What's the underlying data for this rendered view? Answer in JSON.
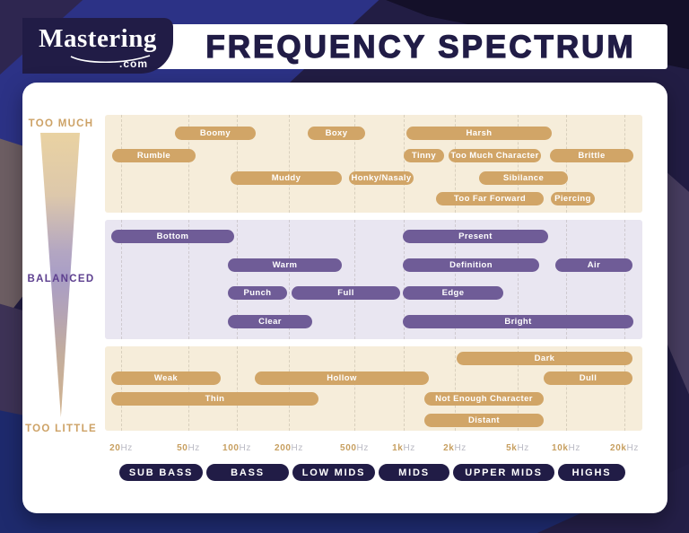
{
  "header": {
    "logo": {
      "brand": "Mastering",
      "suffix": ".com"
    },
    "title": "FREQUENCY SPECTRUM"
  },
  "zone_labels": {
    "too_much": "TOO MUCH",
    "balanced": "BALANCED",
    "too_little": "TOO LITTLE"
  },
  "colors": {
    "navy": "#211c46",
    "cream_band": "#f6edda",
    "lavender_band": "#e9e6f1",
    "tan_pill": "#d1a567",
    "purple_pill": "#6f5c97",
    "tan_label": "#cda266",
    "balanced_label": "#5d3f8f"
  },
  "chart_data": {
    "type": "range chart (descriptor bars on logarithmic frequency axis)",
    "title": "FREQUENCY SPECTRUM",
    "x_axis": {
      "scale": "log",
      "unit": "Hz",
      "range_hz": [
        20,
        20000
      ],
      "grid": "dashed vertical at each tick"
    },
    "x_ticks": [
      {
        "value": "20",
        "unit": "Hz",
        "px": 18
      },
      {
        "value": "50",
        "unit": "Hz",
        "px": 93
      },
      {
        "value": "100",
        "unit": "Hz",
        "px": 147
      },
      {
        "value": "200",
        "unit": "Hz",
        "px": 205
      },
      {
        "value": "500",
        "unit": "Hz",
        "px": 278
      },
      {
        "value": "1k",
        "unit": "Hz",
        "px": 333
      },
      {
        "value": "2k",
        "unit": "Hz",
        "px": 390
      },
      {
        "value": "5k",
        "unit": "Hz",
        "px": 460
      },
      {
        "value": "10k",
        "unit": "Hz",
        "px": 514
      },
      {
        "value": "20k",
        "unit": "Hz",
        "px": 579
      }
    ],
    "zones": [
      {
        "id": "too-much",
        "label": "TOO MUCH",
        "y": 128,
        "height": 109,
        "bg": "#f6edda",
        "pill_color": "#d1a567",
        "row_offsets": [
          13,
          38,
          63,
          86
        ],
        "items": [
          {
            "label": "Boomy",
            "row": 0,
            "x1": 78,
            "x2": 168,
            "approx_hz": [
              40,
              125
            ]
          },
          {
            "label": "Boxy",
            "row": 0,
            "x1": 226,
            "x2": 290,
            "approx_hz": [
              250,
              550
            ]
          },
          {
            "label": "Harsh",
            "row": 0,
            "x1": 336,
            "x2": 498,
            "approx_hz": [
              1000,
              7500
            ]
          },
          {
            "label": "Rumble",
            "row": 1,
            "x1": 8,
            "x2": 101,
            "approx_hz": [
              20,
              55
            ]
          },
          {
            "label": "Tinny",
            "row": 1,
            "x1": 333,
            "x2": 378,
            "approx_hz": [
              1000,
              1700
            ]
          },
          {
            "label": "Too Much Character",
            "row": 1,
            "x1": 383,
            "x2": 486,
            "approx_hz": [
              1800,
              6300
            ]
          },
          {
            "label": "Brittle",
            "row": 1,
            "x1": 496,
            "x2": 589,
            "approx_hz": [
              7000,
              20000
            ]
          },
          {
            "label": "Muddy",
            "row": 2,
            "x1": 140,
            "x2": 264,
            "approx_hz": [
              90,
              400
            ]
          },
          {
            "label": "Honky/Nasaly",
            "row": 2,
            "x1": 272,
            "x2": 344,
            "approx_hz": [
              450,
              1100
            ]
          },
          {
            "label": "Sibilance",
            "row": 2,
            "x1": 417,
            "x2": 516,
            "approx_hz": [
              2700,
              9000
            ]
          },
          {
            "label": "Too Far Forward",
            "row": 3,
            "x1": 369,
            "x2": 489,
            "approx_hz": [
              1500,
              6500
            ]
          },
          {
            "label": "Piercing",
            "row": 3,
            "x1": 497,
            "x2": 546,
            "approx_hz": [
              7000,
              13000
            ]
          }
        ]
      },
      {
        "id": "balanced",
        "label": "BALANCED",
        "y": 245,
        "height": 133,
        "bg": "#e9e6f1",
        "pill_color": "#6f5c97",
        "row_offsets": [
          11,
          43,
          74,
          106
        ],
        "items": [
          {
            "label": "Bottom",
            "row": 0,
            "x1": 7,
            "x2": 144,
            "approx_hz": [
              20,
              95
            ]
          },
          {
            "label": "Present",
            "row": 0,
            "x1": 332,
            "x2": 494,
            "approx_hz": [
              1000,
              7000
            ]
          },
          {
            "label": "Warm",
            "row": 1,
            "x1": 137,
            "x2": 264,
            "approx_hz": [
              90,
              400
            ]
          },
          {
            "label": "Definition",
            "row": 1,
            "x1": 332,
            "x2": 484,
            "approx_hz": [
              1000,
              6200
            ]
          },
          {
            "label": "Air",
            "row": 1,
            "x1": 502,
            "x2": 588,
            "approx_hz": [
              7800,
              20000
            ]
          },
          {
            "label": "Punch",
            "row": 2,
            "x1": 137,
            "x2": 203,
            "approx_hz": [
              90,
              195
            ]
          },
          {
            "label": "Full",
            "row": 2,
            "x1": 208,
            "x2": 329,
            "approx_hz": [
              200,
              950
            ]
          },
          {
            "label": "Edge",
            "row": 2,
            "x1": 332,
            "x2": 444,
            "approx_hz": [
              1000,
              3800
            ]
          },
          {
            "label": "Clear",
            "row": 3,
            "x1": 137,
            "x2": 231,
            "approx_hz": [
              90,
              275
            ]
          },
          {
            "label": "Bright",
            "row": 3,
            "x1": 332,
            "x2": 589,
            "approx_hz": [
              1000,
              20000
            ]
          }
        ]
      },
      {
        "id": "too-little",
        "label": "TOO LITTLE",
        "y": 386,
        "height": 94,
        "bg": "#f6edda",
        "pill_color": "#d1a567",
        "row_offsets": [
          6,
          28,
          51,
          75
        ],
        "items": [
          {
            "label": "Dark",
            "row": 0,
            "x1": 392,
            "x2": 588,
            "approx_hz": [
              2000,
              20000
            ]
          },
          {
            "label": "Weak",
            "row": 1,
            "x1": 7,
            "x2": 129,
            "approx_hz": [
              20,
              78
            ]
          },
          {
            "label": "Hollow",
            "row": 1,
            "x1": 167,
            "x2": 361,
            "approx_hz": [
              125,
              1350
            ]
          },
          {
            "label": "Dull",
            "row": 1,
            "x1": 489,
            "x2": 588,
            "approx_hz": [
              6500,
              20000
            ]
          },
          {
            "label": "Thin",
            "row": 2,
            "x1": 7,
            "x2": 238,
            "approx_hz": [
              20,
              300
            ]
          },
          {
            "label": "Not Enough Character",
            "row": 2,
            "x1": 356,
            "x2": 489,
            "approx_hz": [
              1300,
              6500
            ]
          },
          {
            "label": "Distant",
            "row": 3,
            "x1": 356,
            "x2": 489,
            "approx_hz": [
              1300,
              6500
            ]
          }
        ]
      }
    ],
    "frequency_bands": [
      {
        "label": "SUB BASS",
        "x1": 16,
        "x2": 109
      },
      {
        "label": "BASS",
        "x1": 113,
        "x2": 205
      },
      {
        "label": "LOW MIDS",
        "x1": 209,
        "x2": 301
      },
      {
        "label": "MIDS",
        "x1": 305,
        "x2": 384
      },
      {
        "label": "UPPER MIDS",
        "x1": 388,
        "x2": 501
      },
      {
        "label": "HIGHS",
        "x1": 505,
        "x2": 580
      }
    ]
  }
}
